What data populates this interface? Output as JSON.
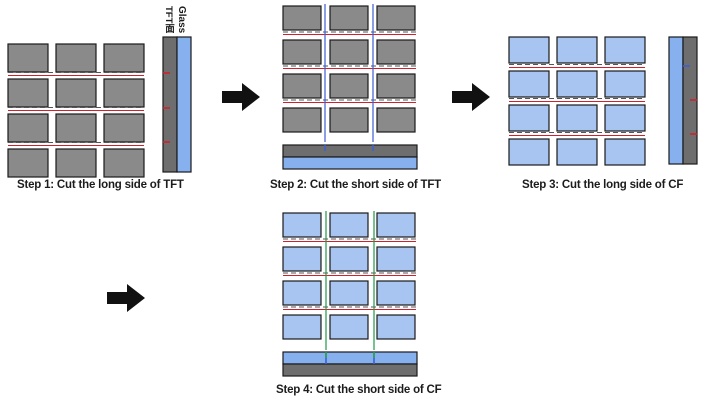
{
  "labels": {
    "glass": "Glass",
    "tft_side": "TFT面"
  },
  "steps": [
    {
      "caption": "Step 1: Cut the long side of TFT"
    },
    {
      "caption": "Step 2: Cut the short side of TFT"
    },
    {
      "caption": "Step 3: Cut the long side of CF"
    },
    {
      "caption": "Step 4: Cut the short side of CF"
    }
  ],
  "colors": {
    "gray_cell": "#8a8a8a",
    "blue_cell": "#a8c4f0",
    "outline": "#1a1a1a",
    "red_cut": "#d0202e",
    "blue_cut": "#3c5fd0",
    "green_cut": "#1f9a4a",
    "dash": "#555555",
    "glass_dark": "#6e6e6e",
    "glass_blue": "#86b0ee"
  },
  "icons": [
    "arrow-right-icon",
    "arrow-right-icon",
    "arrow-right-icon"
  ]
}
